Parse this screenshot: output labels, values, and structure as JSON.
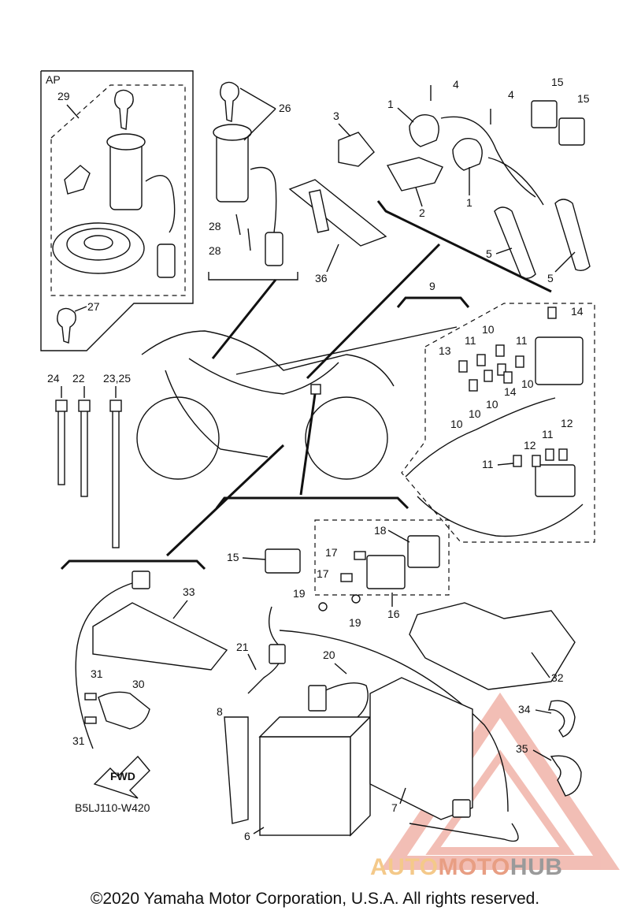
{
  "diagram": {
    "ap_label": "AP",
    "fwd_label": "FWD",
    "diagram_code": "B5LJ110-W420",
    "callouts": {
      "c29": "29",
      "c27": "27",
      "c26": "26",
      "c28a": "28",
      "c28b": "28",
      "c36": "36",
      "c3": "3",
      "c4a": "4",
      "c4b": "4",
      "c1a": "1",
      "c1b": "1",
      "c2": "2",
      "c15a": "15",
      "c15b": "15",
      "c5a": "5",
      "c5b": "5",
      "c9": "9",
      "c14a": "14",
      "c13": "13",
      "c11a": "11",
      "c10a": "10",
      "c11b": "11",
      "c10b": "10",
      "c14b": "14",
      "c10c": "10",
      "c10d": "10",
      "c10e": "10",
      "c12a": "12",
      "c12b": "12",
      "c11c": "11",
      "c11d": "11",
      "c24": "24",
      "c22": "22",
      "c2325": "23,25",
      "c18": "18",
      "c17a": "17",
      "c17b": "17",
      "c15c": "15",
      "c19a": "19",
      "c19b": "19",
      "c16": "16",
      "c33": "33",
      "c21": "21",
      "c20": "20",
      "c32": "32",
      "c31a": "31",
      "c30": "30",
      "c31b": "31",
      "c8": "8",
      "c6": "6",
      "c7": "7",
      "c34": "34",
      "c35": "35"
    }
  },
  "footer": {
    "copyright": "©2020 Yamaha Motor Corporation, U.S.A. All rights reserved."
  },
  "watermark": {
    "part1": "AUTO",
    "part2": "MOTO",
    "part3": "HUB",
    "colors": {
      "auto": "#f4c98a",
      "moto": "#e89e83",
      "hub": "#9a9a9a",
      "triangle": "#e88a7a"
    }
  }
}
